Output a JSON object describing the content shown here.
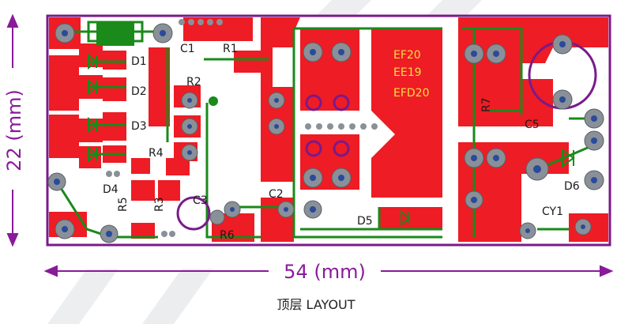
{
  "dimensions": {
    "height_label": "22  (mm)",
    "width_label": "54  (mm)"
  },
  "designators": {
    "D1": "D1",
    "D2": "D2",
    "D3": "D3",
    "D4": "D4",
    "C1": "C1",
    "R1": "R1",
    "R2": "R2",
    "R3": "R3",
    "R4": "R4",
    "R5": "R5",
    "R6": "R6",
    "C2": "C2",
    "C3": "C3",
    "C5": "C5",
    "CY1": "CY1",
    "D5": "D5",
    "D6": "D6",
    "R7": "R7"
  },
  "transformer_labels": {
    "ef20": "EF20",
    "ee19": "EE19",
    "efd20": "EFD20"
  },
  "caption": "顶层 LAYOUT",
  "colors": {
    "copper": "#ee1c24",
    "trace": "#1a8a1a",
    "outline": "#7a1a8a",
    "pad": "#7a8088",
    "pad_hole": "#2a4a9a",
    "silkscreen_text": "#f0e040"
  }
}
